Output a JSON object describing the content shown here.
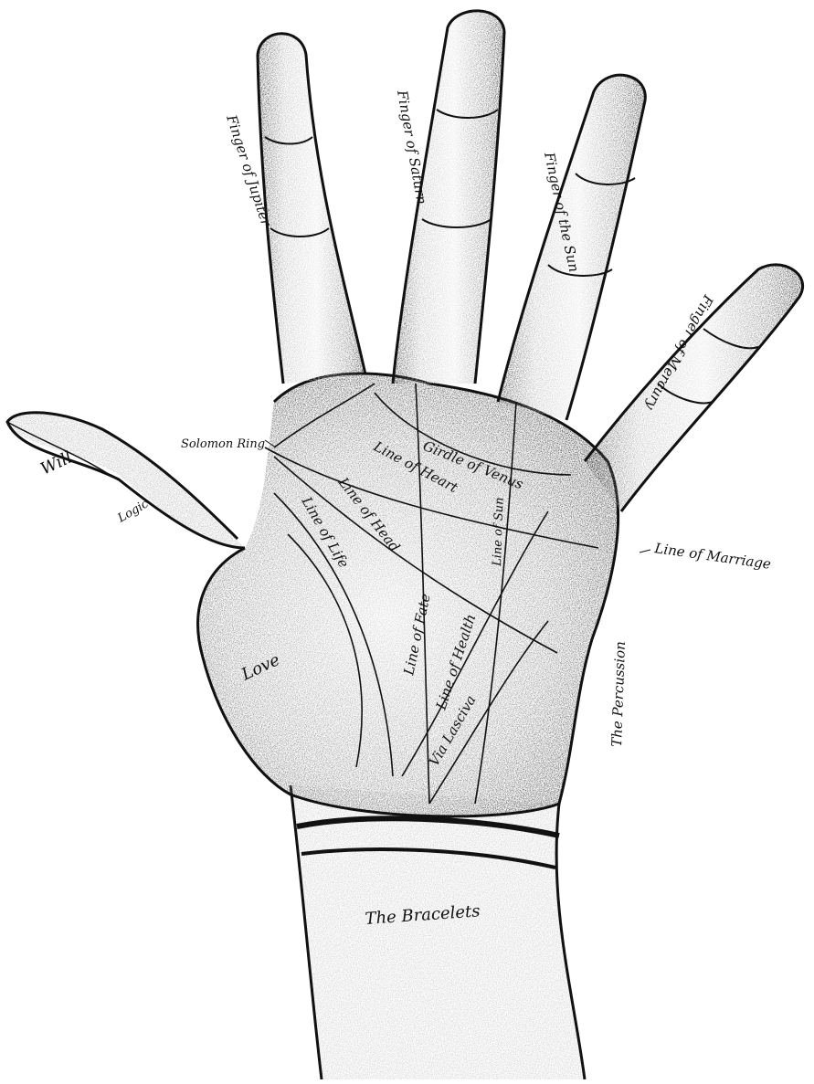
{
  "labels": {
    "finger_jupiter": "Finger of Jupiter",
    "finger_saturn": "Finger of Saturn",
    "finger_sun": "Finger of the Sun",
    "finger_mercury": "Finger of Mercury",
    "will": "Will",
    "logic": "Logic",
    "love": "Love",
    "solomons_ring": "Solomon Ring",
    "girdle_of_venus": "Girdle of Venus",
    "line_of_heart": "Line of Heart",
    "line_of_head": "Line of Head",
    "line_of_life": "Line of Life",
    "line_of_fate": "Line of Fate",
    "line_of_health": "Line of Health",
    "line_of_sun": "Line of Sun",
    "via_lasciva": "Via Lasciva",
    "line_of_marriage": "Line of Marriage",
    "percussion": "The Percussion",
    "bracelets": "The Bracelets"
  },
  "colors": {
    "ink": "#111111",
    "paper": "#ffffff",
    "shade": "#9a9a9a"
  }
}
